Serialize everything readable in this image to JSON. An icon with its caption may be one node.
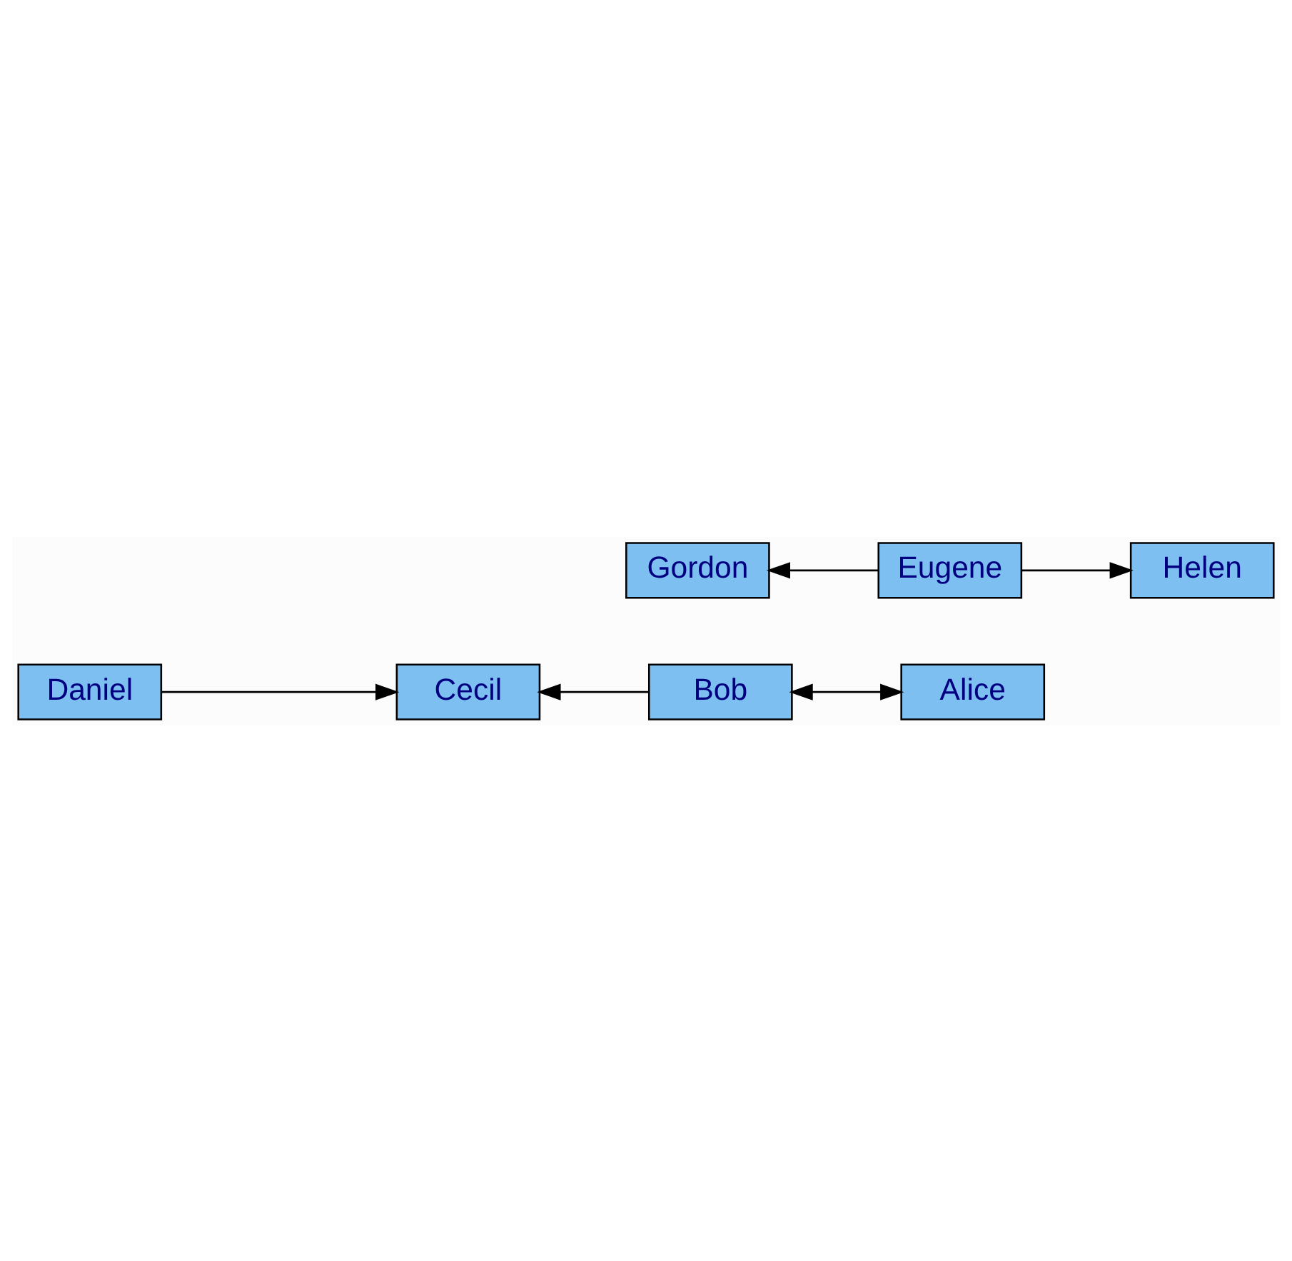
{
  "diagram": {
    "nodes": [
      {
        "text": [
          "Cecil"
        ]
      },
      {
        "text": [
          "Bob"
        ]
      },
      {
        "text": [
          "Daniel"
        ]
      },
      {
        "text": [
          "Alice"
        ]
      },
      {
        "text": [
          "Eugene"
        ]
      },
      {
        "text": [
          "Helen"
        ]
      },
      {
        "text": [
          "Gordon"
        ]
      }
    ],
    "edges": [
      {
        "from": 1,
        "to": 0,
        "arrow": "to"
      },
      {
        "from": 2,
        "to": 0,
        "arrow": "to"
      },
      {
        "from": 1,
        "to": 3,
        "arrow": "both"
      },
      {
        "from": 4,
        "to": 5,
        "arrow": "to"
      },
      {
        "from": 4,
        "to": 6,
        "arrow": "to"
      }
    ]
  }
}
